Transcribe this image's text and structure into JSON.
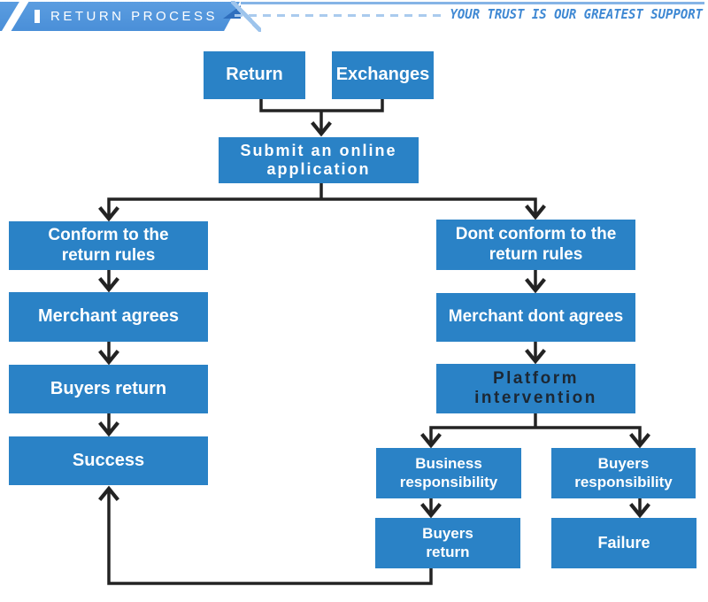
{
  "header": {
    "title": "RETURN PROCESS",
    "slogan": "YOUR TRUST IS OUR GREATEST SUPPORT",
    "banner_color": "#4a8fd8",
    "dash_color": "#aacbee",
    "slogan_color": "#3e88d3"
  },
  "flowchart": {
    "box_color": "#2a82c6",
    "line_color": "#232323",
    "platform_text_color": "#1c2733",
    "nodes": {
      "return": {
        "label": "Return"
      },
      "exchanges": {
        "label": "Exchanges"
      },
      "submit": {
        "label": "Submit an online\napplication"
      },
      "conform": {
        "label": "Conform to the\nreturn rules"
      },
      "dont_conform": {
        "label": "Dont conform to the\nreturn rules"
      },
      "merchant_agrees": {
        "label": "Merchant agrees"
      },
      "merchant_dont_agrees": {
        "label": "Merchant dont agrees"
      },
      "buyers_return_left": {
        "label": "Buyers return"
      },
      "platform": {
        "label": "Platform\nintervention"
      },
      "success": {
        "label": "Success"
      },
      "business_resp": {
        "label": "Business\nresponsibility"
      },
      "buyers_resp": {
        "label": "Buyers\nresponsibility"
      },
      "buyers_return_bottom": {
        "label": "Buyers\nreturn"
      },
      "failure": {
        "label": "Failure"
      }
    }
  }
}
